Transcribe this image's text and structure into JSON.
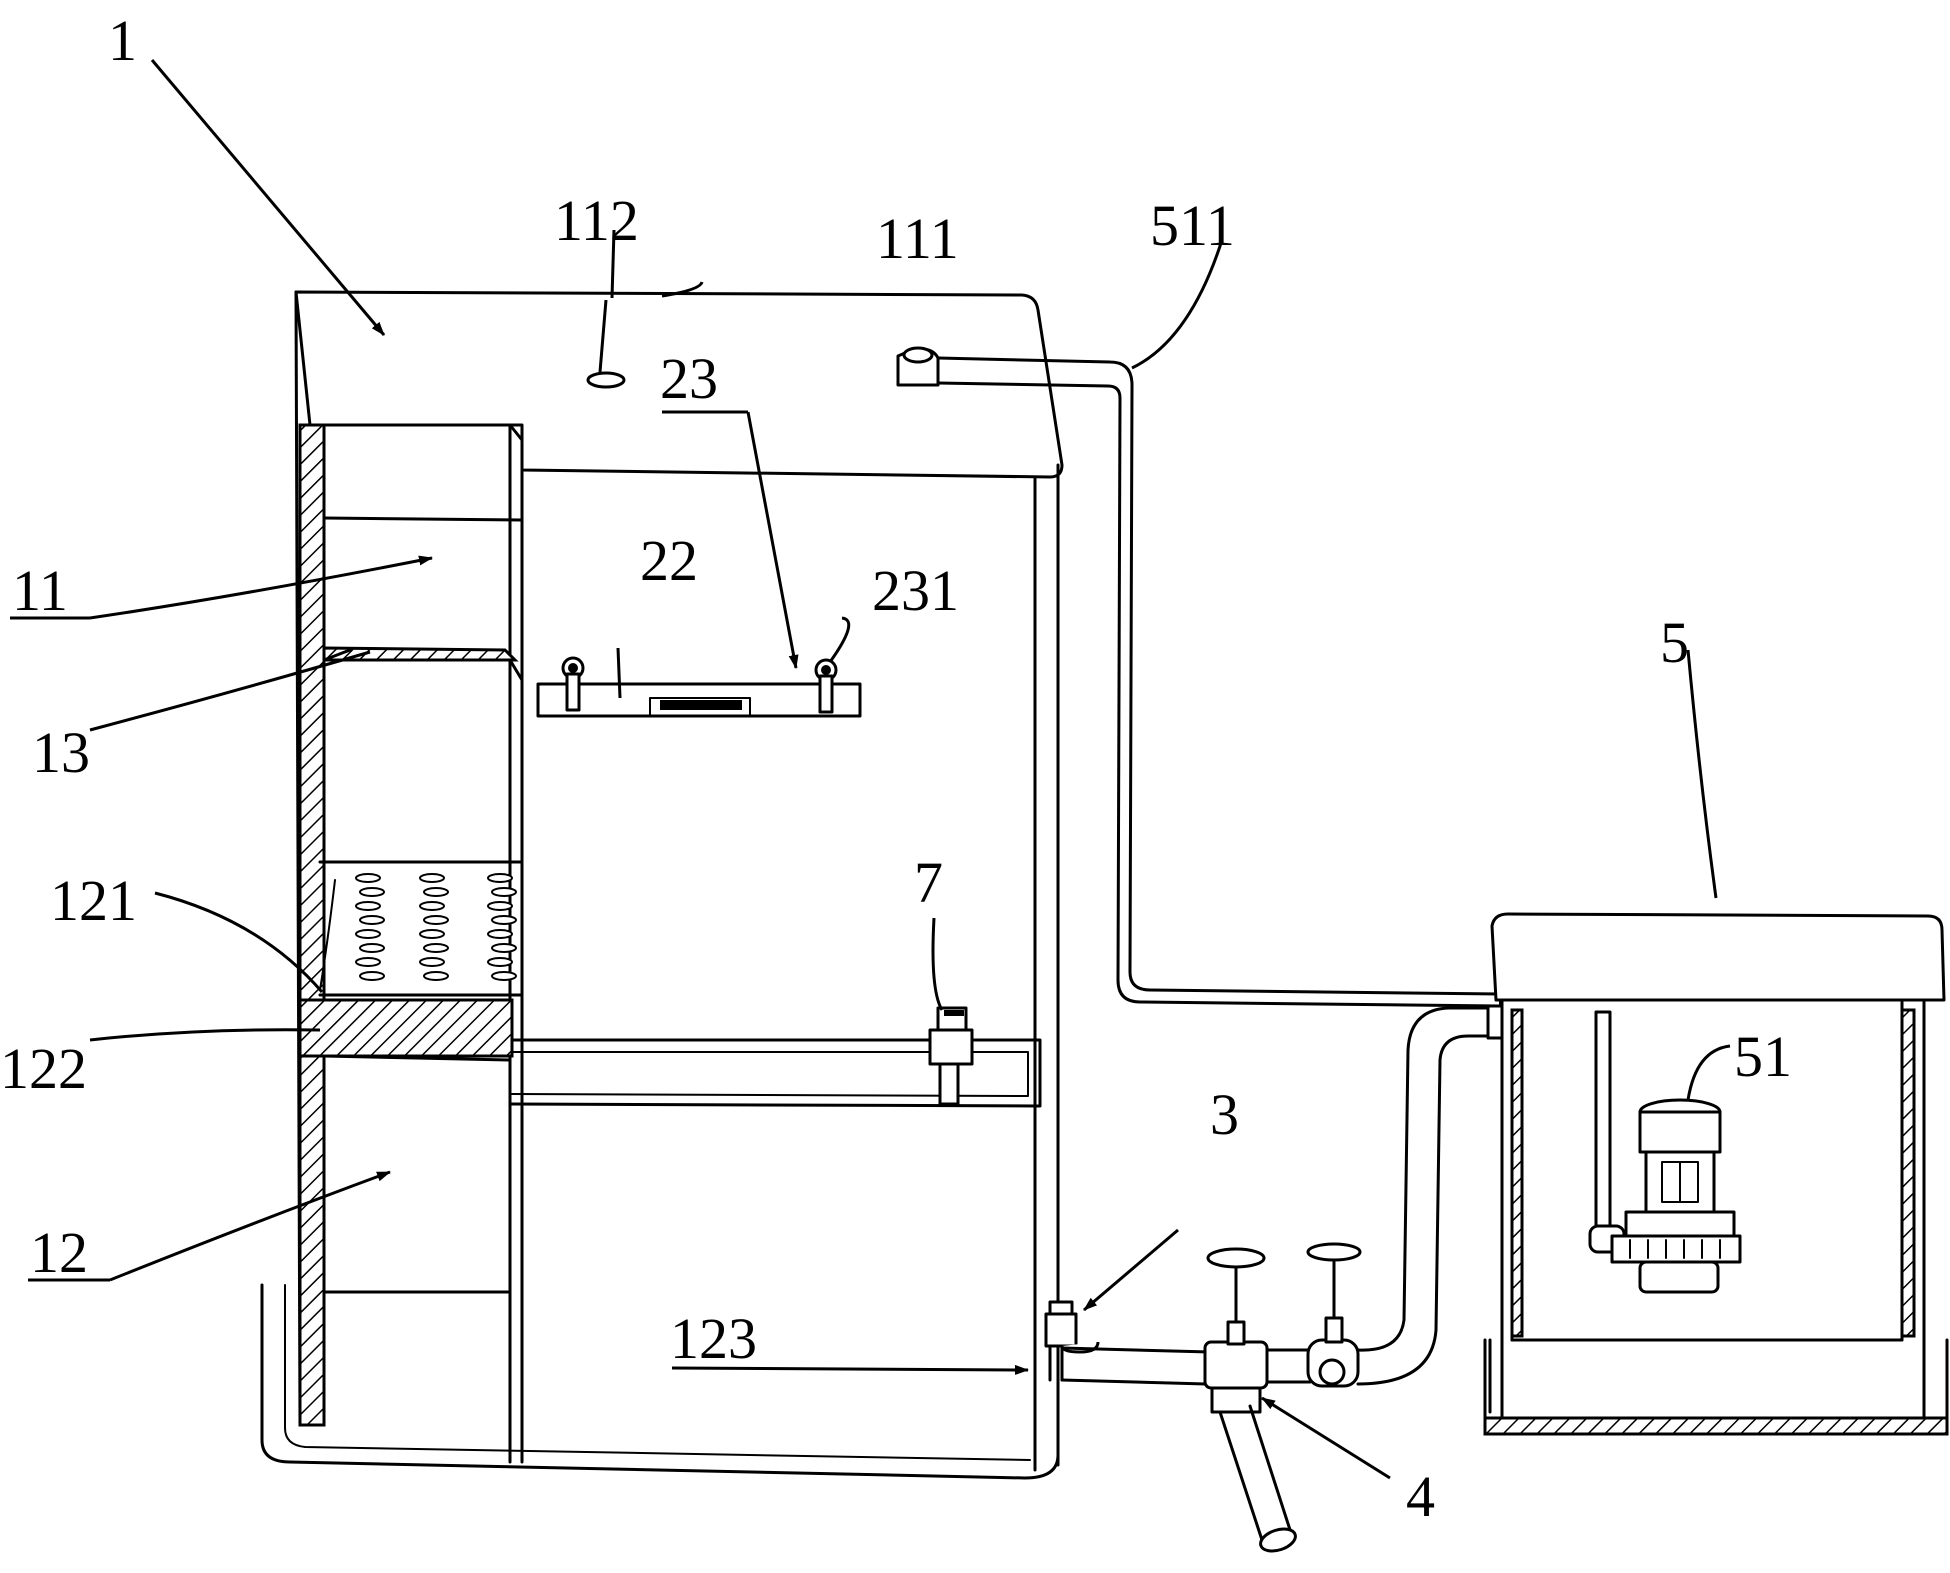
{
  "labels": {
    "l1": "1",
    "l11": "11",
    "l12": "12",
    "l13": "13",
    "l121": "121",
    "l122": "122",
    "l123": "123",
    "l111": "111",
    "l112": "112",
    "l22": "22",
    "l23": "23",
    "l231": "231",
    "l3": "3",
    "l4": "4",
    "l5": "5",
    "l51": "51",
    "l511": "511",
    "l7": "7"
  }
}
